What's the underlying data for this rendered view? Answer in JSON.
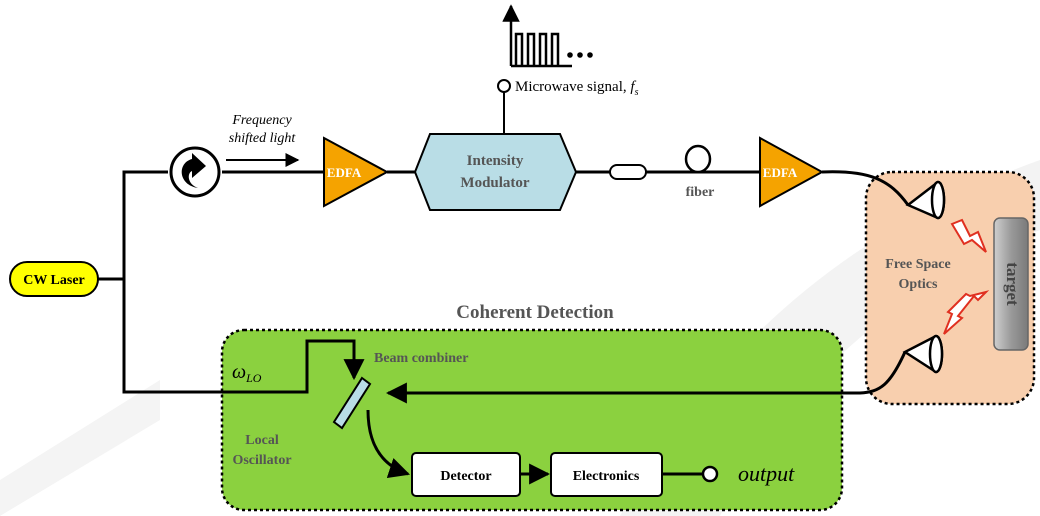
{
  "labels": {
    "cw_laser": "CW Laser",
    "frequency_shifted": "Frequency",
    "frequency_shifted_2": "shifted light",
    "edfa_1": "EDFA",
    "edfa_2": "EDFA",
    "intensity_modulator_1": "Intensity",
    "intensity_modulator_2": "Modulator",
    "microwave_signal": "Microwave signal, ",
    "microwave_f": "f",
    "microwave_sub": "s",
    "fiber": "fiber",
    "free_space_1": "Free Space",
    "free_space_2": "Optics",
    "target": "target",
    "coherent_detection": "Coherent Detection",
    "omega": "ω",
    "omega_sub": "LO",
    "beam_combiner": "Beam combiner",
    "local_osc_1": "Local",
    "local_osc_2": "Oscillator",
    "detector": "Detector",
    "electronics": "Electronics",
    "output": "output"
  },
  "colors": {
    "laser_fill": "#ffff00",
    "edfa_fill": "#f5a300",
    "modulator_fill": "#b9dde6",
    "coherent_box_fill": "#8bd13f",
    "free_space_fill": "#f8cfae",
    "target_fill": "#9a9a9a",
    "bolt": "#e03020",
    "label_grey": "#5a5a5a"
  }
}
